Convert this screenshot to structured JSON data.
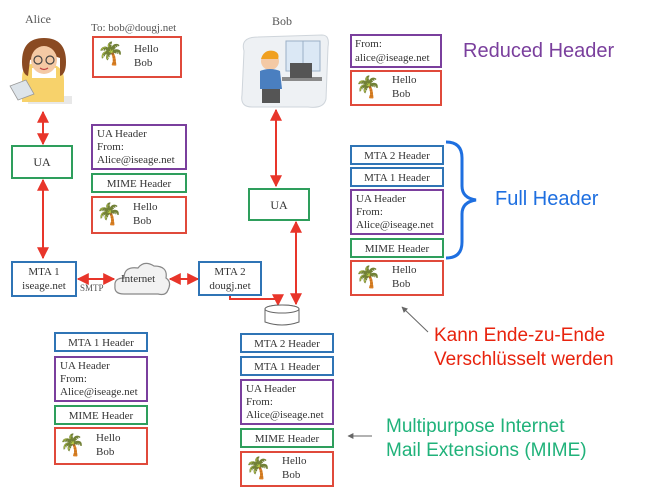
{
  "people": {
    "alice": "Alice",
    "bob": "Bob",
    "to_line": "To: bob@dougj.net"
  },
  "agents": {
    "ua_alice": "UA",
    "ua_bob": "UA"
  },
  "mta1": {
    "line1": "MTA 1",
    "line2": "iseage.net"
  },
  "mta2": {
    "line1": "MTA 2",
    "line2": "dougj.net"
  },
  "network": {
    "cloud": "Internet",
    "protocol": "SMTP"
  },
  "headers": {
    "ua_header": "UA Header",
    "from_label": "From:",
    "from_alice_cap": "Alice@iseage.net",
    "from_alice_lower": "alice@iseage.net",
    "mime_header": "MIME Header",
    "mta1_header": "MTA 1 Header",
    "mta2_header": "MTA 2 Header"
  },
  "message": {
    "line1": "Hello",
    "line2": "Bob"
  },
  "annotations": {
    "reduced_header": "Reduced Header",
    "full_header": "Full Header",
    "e2e_line1": "Kann Ende-zu-Ende",
    "e2e_line2": "Verschlüsselt werden",
    "mime_line1": "Multipurpose Internet",
    "mime_line2": "Mail Extensions (MIME)"
  },
  "colors": {
    "blue": "#2f74b5",
    "green": "#2e9e5c",
    "red": "#e04a3b",
    "purple": "#7a3f9d",
    "arrow_red": "#e8352a",
    "annotation_red": "#e8230e",
    "annotation_green": "#20b27a",
    "annotation_purple": "#7a3f9d"
  }
}
